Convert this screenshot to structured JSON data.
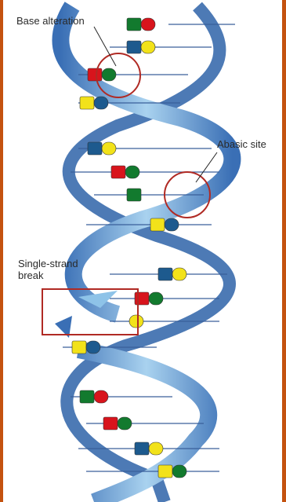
{
  "labels": {
    "base_alteration": "Base alteration",
    "abasic_site": "Abasic site",
    "single_strand_break": "Single-strand\nbreak"
  },
  "colors": {
    "background": "#c4520f",
    "strand_light": "#8ec3e8",
    "strand_dark": "#2e63a8",
    "base_red": "#d8141c",
    "base_green": "#127a2e",
    "base_blue": "#1d5a8e",
    "base_yellow": "#f2e21a",
    "annotation": "#b02a24"
  },
  "base_pairs": [
    {
      "left": "green",
      "right": "red"
    },
    {
      "left": "blue",
      "right": "yellow"
    },
    {
      "left": "red",
      "right": "green",
      "note": "base alteration"
    },
    {
      "left": "yellow",
      "right": "blue"
    },
    {
      "left": "blue",
      "right": "yellow"
    },
    {
      "left": "red",
      "right": "green"
    },
    {
      "left": "green",
      "right": "",
      "note": "abasic site"
    },
    {
      "left": "yellow",
      "right": "blue"
    },
    {
      "left": "blue",
      "right": "yellow"
    },
    {
      "left": "red",
      "right": "green"
    },
    {
      "left": "",
      "right": "yellow",
      "note": "single-strand break"
    },
    {
      "left": "yellow",
      "right": "blue"
    },
    {
      "left": "green",
      "right": "red"
    },
    {
      "left": "red",
      "right": "green"
    },
    {
      "left": "blue",
      "right": "yellow"
    },
    {
      "left": "yellow",
      "right": "green"
    }
  ]
}
